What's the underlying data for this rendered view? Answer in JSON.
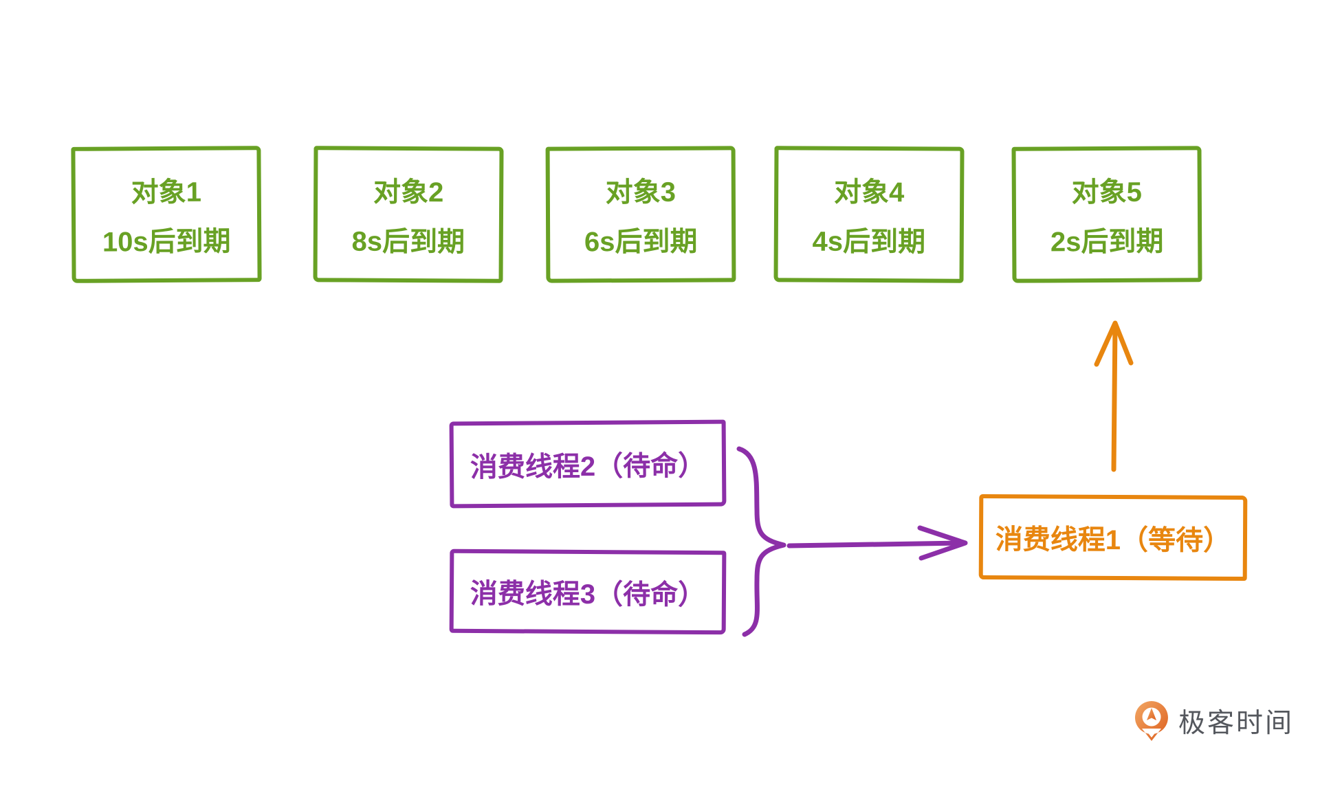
{
  "colors": {
    "green": "#68a124",
    "purple": "#8c2fa8",
    "orange": "#e8860f",
    "logo_text": "#54575d",
    "background": "#ffffff"
  },
  "objects": [
    {
      "title": "对象1",
      "subtitle": "10s后到期"
    },
    {
      "title": "对象2",
      "subtitle": "8s后到期"
    },
    {
      "title": "对象3",
      "subtitle": "6s后到期"
    },
    {
      "title": "对象4",
      "subtitle": "4s后到期"
    },
    {
      "title": "对象5",
      "subtitle": "2s后到期"
    }
  ],
  "consumers": {
    "standby": [
      {
        "label": "消费线程2（待命）"
      },
      {
        "label": "消费线程3（待命）"
      }
    ],
    "waiting": {
      "label": "消费线程1（等待）"
    }
  },
  "logo": {
    "text": "极客时间"
  }
}
